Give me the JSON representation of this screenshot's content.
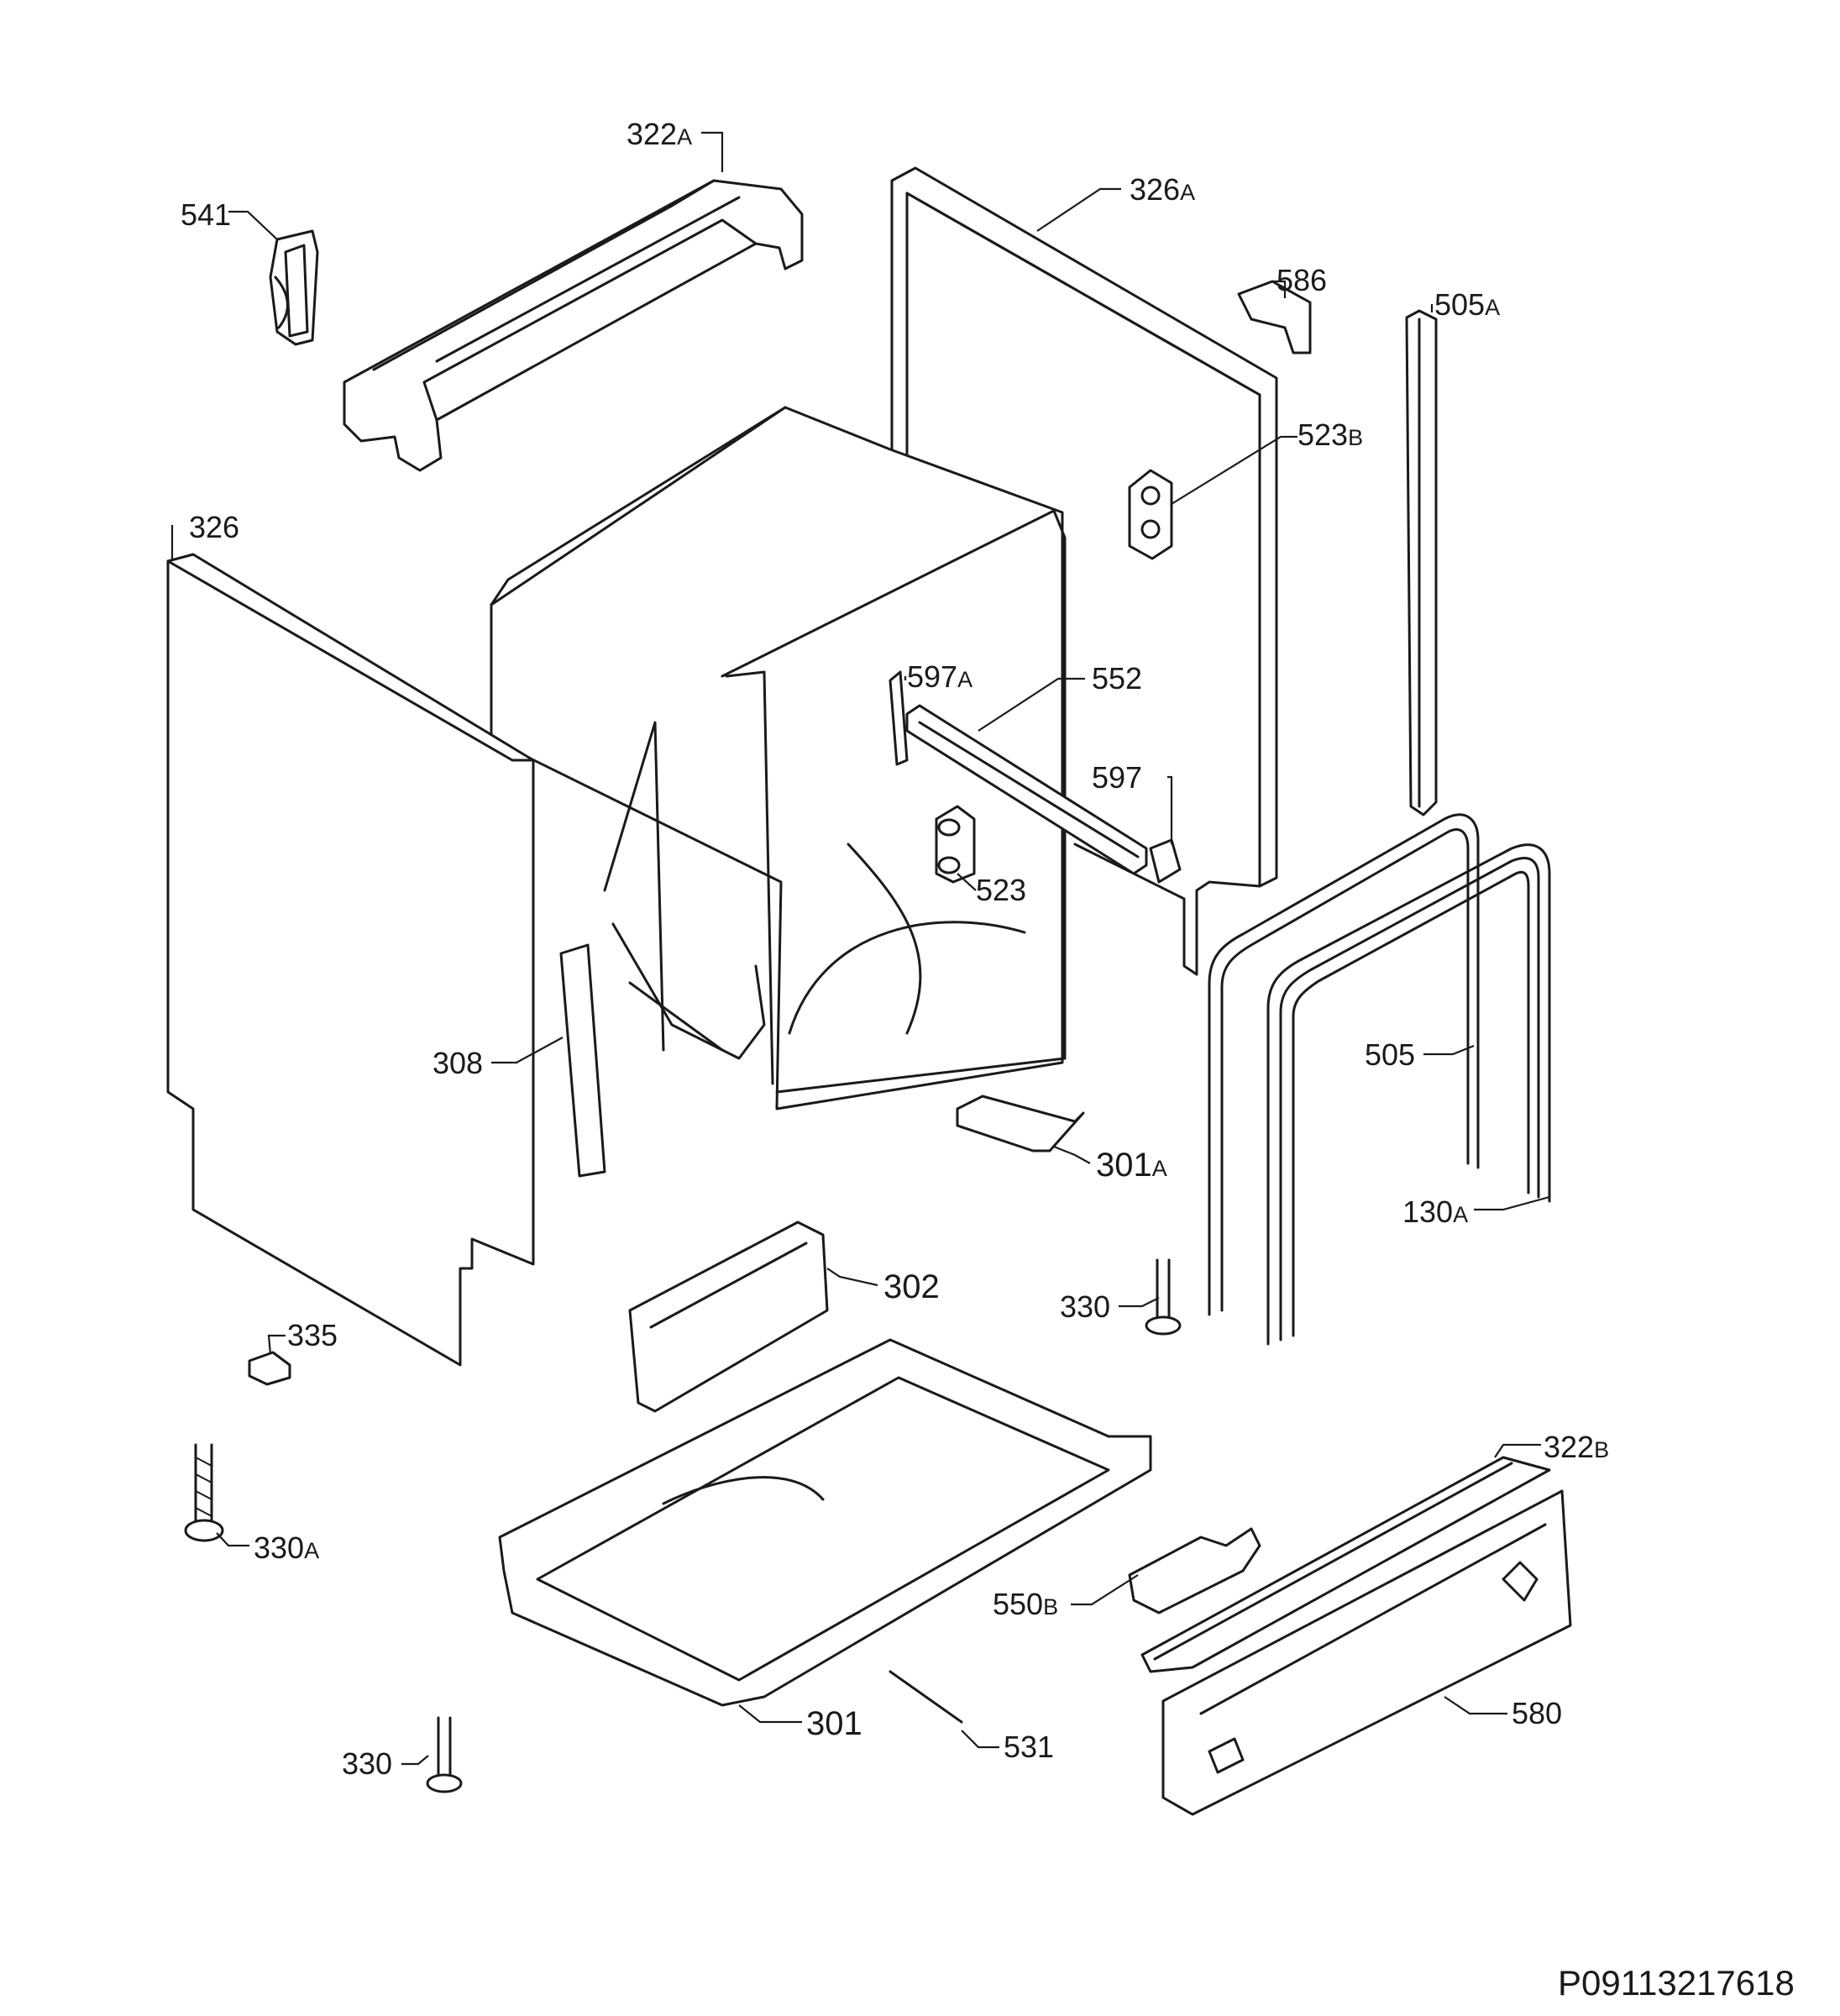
{
  "document_id": "P09113217618",
  "labels": {
    "l541": {
      "num": "541",
      "sfx": ""
    },
    "l322a": {
      "num": "322",
      "sfx": "A"
    },
    "l326a": {
      "num": "326",
      "sfx": "A"
    },
    "l586": {
      "num": "586",
      "sfx": ""
    },
    "l505a": {
      "num": "505",
      "sfx": "A"
    },
    "l523b": {
      "num": "523",
      "sfx": "B"
    },
    "l326": {
      "num": "326",
      "sfx": ""
    },
    "l597a": {
      "num": "597",
      "sfx": "A"
    },
    "l552": {
      "num": "552",
      "sfx": ""
    },
    "l597": {
      "num": "597",
      "sfx": ""
    },
    "l523": {
      "num": "523",
      "sfx": ""
    },
    "l308": {
      "num": "308",
      "sfx": ""
    },
    "l505": {
      "num": "505",
      "sfx": ""
    },
    "l301a": {
      "num": "301",
      "sfx": "A"
    },
    "l130a": {
      "num": "130",
      "sfx": "A"
    },
    "l302": {
      "num": "302",
      "sfx": ""
    },
    "l330r": {
      "num": "330",
      "sfx": ""
    },
    "l335": {
      "num": "335",
      "sfx": ""
    },
    "l330a": {
      "num": "330",
      "sfx": "A"
    },
    "l322b": {
      "num": "322",
      "sfx": "B"
    },
    "l550b": {
      "num": "550",
      "sfx": "B"
    },
    "l580": {
      "num": "580",
      "sfx": ""
    },
    "l301": {
      "num": "301",
      "sfx": ""
    },
    "l531": {
      "num": "531",
      "sfx": ""
    },
    "l330l": {
      "num": "330",
      "sfx": ""
    }
  }
}
